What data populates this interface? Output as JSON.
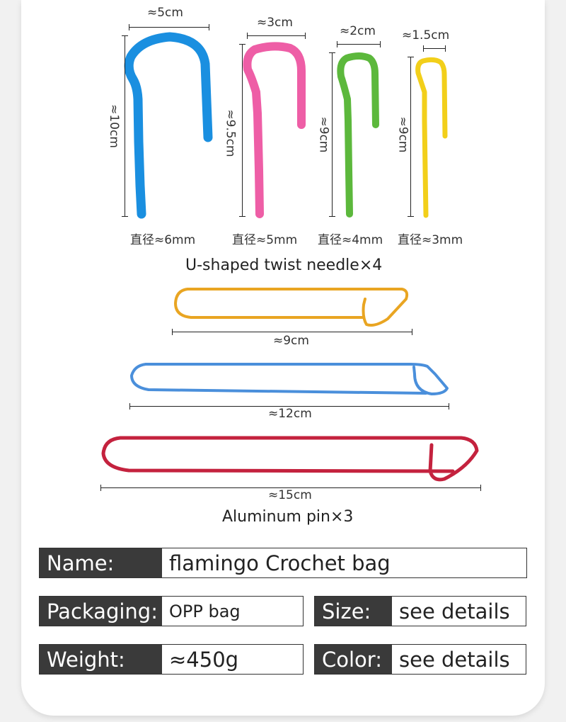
{
  "needles": {
    "dims": {
      "blue_width": "≈5cm",
      "pink_width": "≈3cm",
      "green_width": "≈2cm",
      "yellow_width": "≈1.5cm",
      "blue_height": "≈10cm",
      "pink_height": "≈9.5cm",
      "green_height": "≈9cm",
      "yellow_height": "≈9cm"
    },
    "diameters": [
      "直径≈6mm",
      "直径≈5mm",
      "直径≈4mm",
      "直径≈3mm"
    ],
    "colors": {
      "blue": "#1a8fe0",
      "pink": "#ee5ea6",
      "green": "#5cb83c",
      "yellow": "#f2cf1a"
    },
    "caption": "U-shaped twist needle×4"
  },
  "pins": {
    "lengths": [
      "≈9cm",
      "≈12cm",
      "≈15cm"
    ],
    "colors": {
      "gold": "#e9a522",
      "blue": "#4a8fdb",
      "red": "#c4223e"
    },
    "caption": "Aluminum pin×3"
  },
  "specs": {
    "name_label": "Name:",
    "name_value": "flamingo Crochet bag",
    "packaging_label": "Packaging:",
    "packaging_value": "OPP bag",
    "size_label": "Size:",
    "size_value": "see details",
    "weight_label": "Weight:",
    "weight_value": "≈450g",
    "color_label": "Color:",
    "color_value": "see details"
  }
}
